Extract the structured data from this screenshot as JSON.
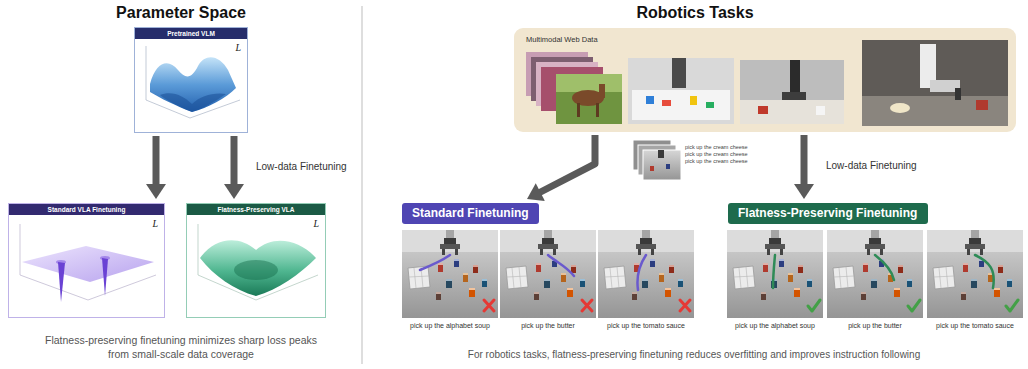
{
  "diagram": {
    "nodes": [
      {
        "text": [
          "Pretrained VLM",
          "L"
        ]
      },
      {
        "text": [
          "Standard VLA Finetuning",
          "L"
        ]
      },
      {
        "text": [
          "Flatness-Preserving VLA",
          "L"
        ]
      },
      {
        "text": [
          "Multimodal Web Data"
        ]
      },
      {
        "text": [
          "Standard Finetuning"
        ]
      },
      {
        "text": [
          "Flatness-Preserving Finetuning"
        ]
      },
      {
        "text": [
          "pick up the alphabet soup"
        ]
      },
      {
        "text": [
          "pick up the butter"
        ]
      },
      {
        "text": [
          "pick up the tomato sauce"
        ]
      },
      {
        "text": [
          "pick up the alphabet soup"
        ]
      },
      {
        "text": [
          "pick up the butter"
        ]
      },
      {
        "text": [
          "pick up the tomato sauce"
        ]
      }
    ],
    "edges": [
      {
        "from": 0,
        "to": 1,
        "arrow": "to"
      },
      {
        "from": 0,
        "to": 2,
        "arrow": "to",
        "label": "Low-data Finetuning"
      },
      {
        "from": 3,
        "to": 4,
        "arrow": "to"
      },
      {
        "from": 3,
        "to": 5,
        "arrow": "to",
        "label": "Low-data Finetuning"
      }
    ],
    "labels": [
      "Parameter Space",
      "Robotics Tasks",
      "pick up the cream cheese",
      "pick up the cream cheese",
      "pick up the cream cheese",
      "Flatness-preserving finetuning minimizes sharp loss peaks from small-scale data coverage",
      "For robotics tasks, flatness-preserving finetuning reduces overfitting and improves instruction following"
    ]
  }
}
